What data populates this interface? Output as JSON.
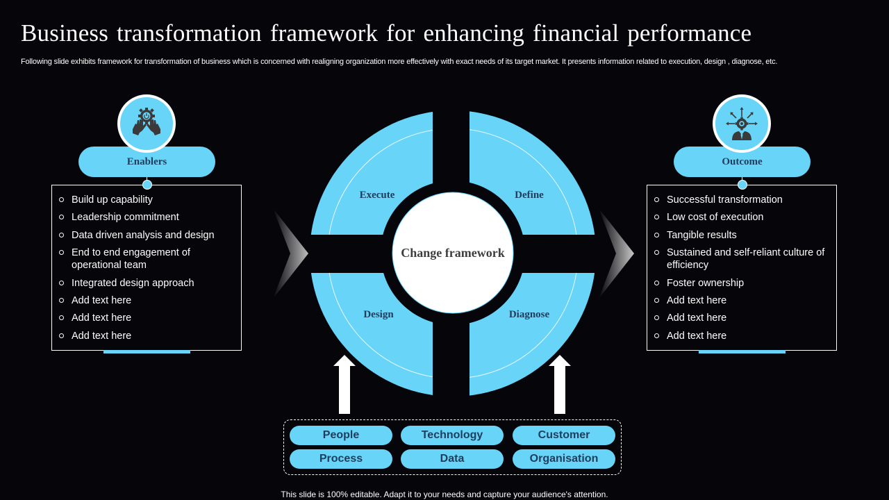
{
  "slide": {
    "title": "Business transformation  framework  for enhancing financial performance",
    "subtitle": "Following slide exhibits framework for transformation of business which is concerned with realigning organization more effectively with exact needs of its target market. It presents information related to execution, design , diagnose, etc.",
    "footer": "This slide is 100% editable. Adapt it to your needs and capture your audience's attention."
  },
  "colors": {
    "accent": "#67d4f8",
    "background": "#05050a",
    "label_text": "#1f3d5c",
    "center_text": "#3d3d3d"
  },
  "enablers": {
    "icon": "gear-hands-icon",
    "label": "Enablers",
    "items": [
      "Build up capability",
      "Leadership commitment",
      "Data driven analysis and design",
      "End to end engagement of operational team",
      "Integrated design approach",
      "Add text here",
      "Add text here",
      "Add text here"
    ]
  },
  "outcome": {
    "icon": "businessman-gear-arrows-icon",
    "label": "Outcome",
    "items": [
      "Successful transformation",
      "Low cost of execution",
      "Tangible results",
      "Sustained and self-reliant culture of efficiency",
      "Foster ownership",
      "Add text here",
      "Add text here",
      "Add text here"
    ]
  },
  "framework": {
    "center": "Change framework",
    "segments": {
      "top_left": "Execute",
      "top_right": "Define",
      "bottom_left": "Design",
      "bottom_right": "Diagnose"
    }
  },
  "factors": [
    "People",
    "Technology",
    "Customer",
    "Process",
    "Data",
    "Organisation"
  ]
}
